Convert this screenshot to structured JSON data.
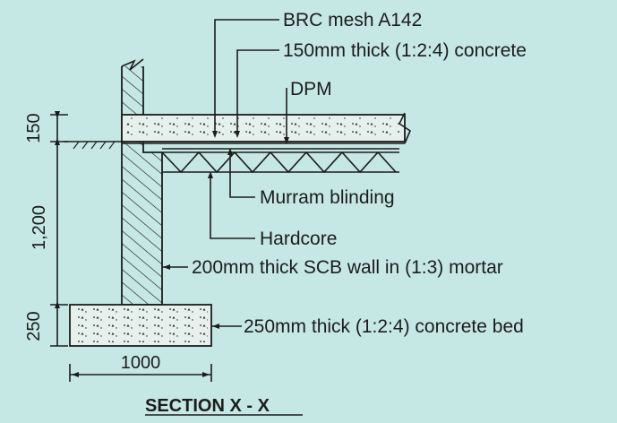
{
  "diagram": {
    "callouts": {
      "brc_mesh": "BRC mesh A142",
      "slab": "150mm thick (1:2:4) concrete",
      "dpm": "DPM",
      "murram": "Murram blinding",
      "hardcore": "Hardcore",
      "wall": "200mm thick SCB wall in (1:3) mortar",
      "bed": "250mm thick (1:2:4) concrete bed"
    },
    "dimensions": {
      "slab": "150",
      "fill": "1,200",
      "footing": "250",
      "width": "1000"
    },
    "title": "SECTION X - X"
  },
  "colors": {
    "background": "#c6e8e4",
    "ink": "#1c1c1c",
    "concrete": "#e6f1ee"
  }
}
